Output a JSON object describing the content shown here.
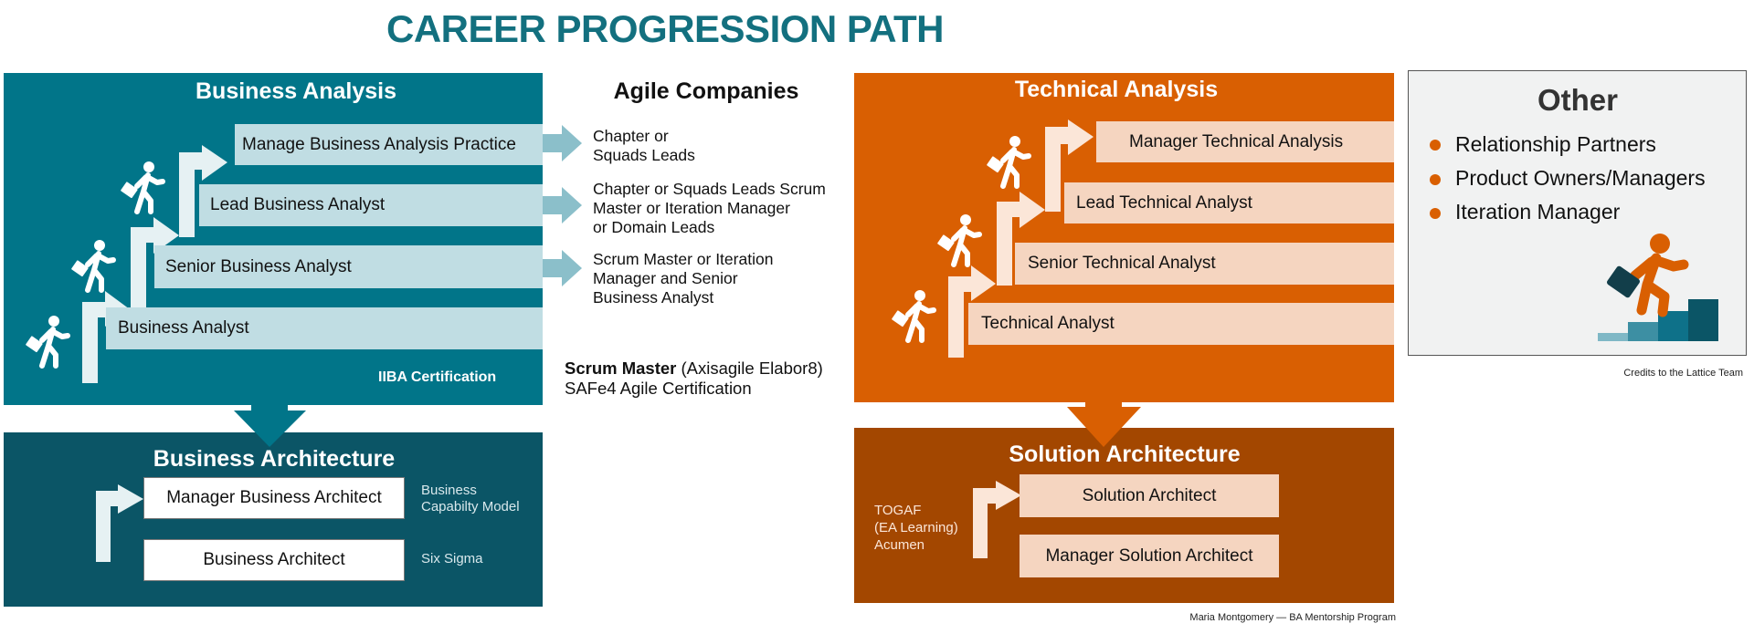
{
  "title": "CAREER PROGRESSION PATH",
  "colors": {
    "title": "#13707f",
    "ba_box": "#017589",
    "ba_bar": "#c0dde3",
    "barch_box": "#0b5566",
    "ta_box": "#d95f02",
    "ta_bar": "#f5d5c0",
    "sa_box": "#a34700",
    "agile_arrow": "#8bbfca",
    "other_bg": "#f1f2f2",
    "bullet": "#d95f02"
  },
  "business_analysis": {
    "heading": "Business Analysis",
    "levels": [
      "Manage Business Analysis Practice",
      "Lead Business Analyst",
      "Senior Business Analyst",
      "Business Analyst"
    ],
    "certification": "IIBA Certification"
  },
  "agile": {
    "heading": "Agile Companies",
    "items": [
      [
        "Chapter or",
        "Squads Leads"
      ],
      [
        "Chapter or Squads Leads Scrum",
        "Master or Iteration Manager",
        "or Domain Leads"
      ],
      [
        "Scrum Master or Iteration",
        "Manager and Senior",
        "Business Analyst"
      ]
    ],
    "cert_bold": "Scrum Master",
    "cert_rest": " (Axisagile Elabor8)",
    "cert_line2": "SAFe4 Agile Certification"
  },
  "business_architecture": {
    "heading": "Business Architecture",
    "roles": [
      "Manager Business Architect",
      "Business Architect"
    ],
    "notes": [
      [
        "Business",
        "Capabilty Model"
      ],
      [
        "Six Sigma"
      ]
    ]
  },
  "technical_analysis": {
    "heading": "Technical Analysis",
    "levels": [
      "Manager Technical Analysis",
      "Lead Technical Analyst",
      "Senior Technical Analyst",
      "Technical Analyst"
    ]
  },
  "solution_architecture": {
    "heading": "Solution Architecture",
    "roles": [
      "Solution Architect",
      "Manager Solution Architect"
    ],
    "notes": [
      "TOGAF",
      "(EA Learning)",
      "Acumen"
    ]
  },
  "other": {
    "heading": "Other",
    "items": [
      "Relationship Partners",
      "Product Owners/Managers",
      "Iteration Manager"
    ]
  },
  "credits": "Credits to the Lattice Team",
  "footer": "Maria Montgomery — BA Mentorship Program"
}
